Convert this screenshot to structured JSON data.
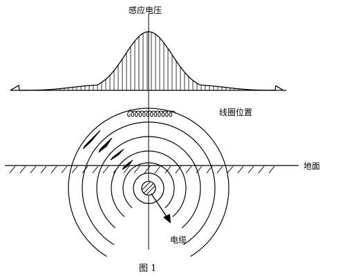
{
  "labels": {
    "induced_voltage": "感应电压",
    "coil_position": "线圈位置",
    "ground": "地面",
    "cable": "电缆",
    "figure": "图 1"
  },
  "colors": {
    "line": "#000000",
    "background": "#ffffff"
  },
  "diagram": {
    "curve_shape": "gaussian peak centered over cable",
    "field": "concentric circular magnetic field lines around buried cable",
    "field_line_count": 6,
    "coil_turns_on_surface": 12
  }
}
